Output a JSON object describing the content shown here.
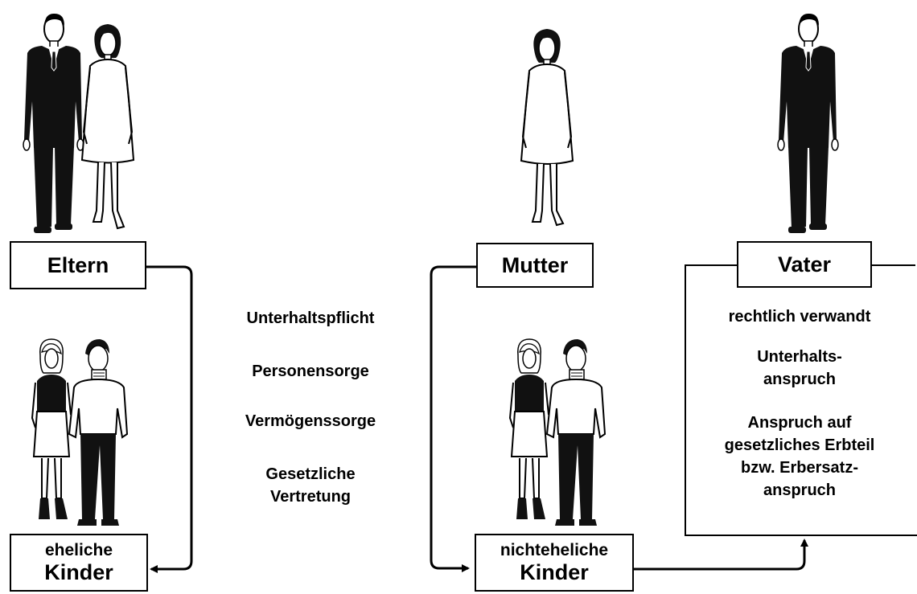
{
  "boxes": {
    "eltern": "Eltern",
    "mutter": "Mutter",
    "vater": "Vater",
    "eheliche_top": "eheliche",
    "eheliche_bottom": "Kinder",
    "nichteheliche_top": "nichteheliche",
    "nichteheliche_bottom": "Kinder"
  },
  "duties": {
    "unterhaltspflicht": "Unterhaltspflicht",
    "personensorge": "Personensorge",
    "vermoegenssorge": "Vermögenssorge",
    "vertretung_line1": "Gesetzliche",
    "vertretung_line2": "Vertretung"
  },
  "father_rights": {
    "verwandt": "rechtlich verwandt",
    "unterhalt_line1": "Unterhalts-",
    "unterhalt_line2": "anspruch",
    "erbteil_line1": "Anspruch auf",
    "erbteil_line2": "gesetzliches Erbteil",
    "erbteil_line3": "bzw. Erbersatz-",
    "erbteil_line4": "anspruch"
  },
  "figures": {
    "parents_left": "man-and-woman",
    "mother": "woman",
    "father": "man",
    "children_left": "girl-and-boy",
    "children_right": "girl-and-boy"
  }
}
